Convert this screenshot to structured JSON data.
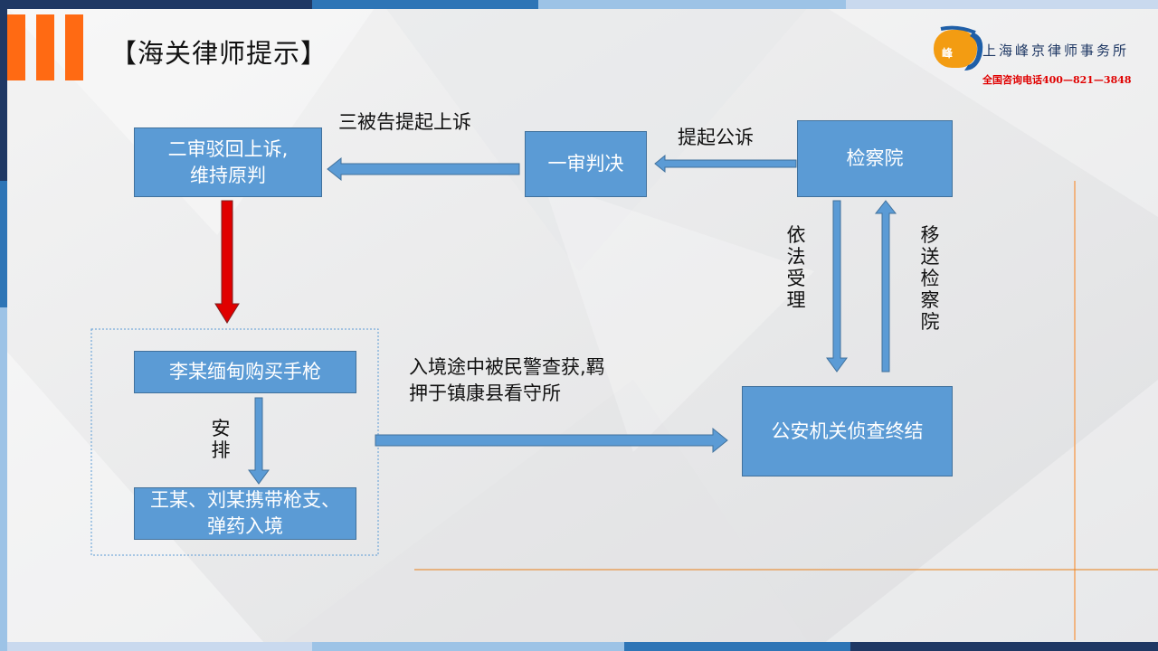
{
  "header": {
    "title": "【海关律师提示】",
    "firm_name": "上海峰京律师事务所",
    "hotline": "全国咨询电话400—821—3848",
    "logo_text": "峰"
  },
  "nodes": {
    "second_trial": [
      "二审驳回上诉,",
      "维持原判"
    ],
    "first_trial": "一审判决",
    "procuratorate": "检察院",
    "purchase": "李某缅甸购买手枪",
    "carry": [
      "王某、刘某携带枪支、",
      "弹药入境"
    ],
    "police": "公安机关侦查终结"
  },
  "edges": {
    "appeal": "三被告提起上诉",
    "prosecute": "提起公诉",
    "accept": "依法受理",
    "transfer": "移送检察院",
    "arrange": "安排",
    "caught": [
      "入境途中被民警查获,羁",
      "押于镇康县看守所"
    ]
  },
  "colors": {
    "box_fill": "#5b9bd5",
    "box_border": "#41719c",
    "accent_orange": "#ff6a13",
    "red_arrow": "#e00000"
  }
}
